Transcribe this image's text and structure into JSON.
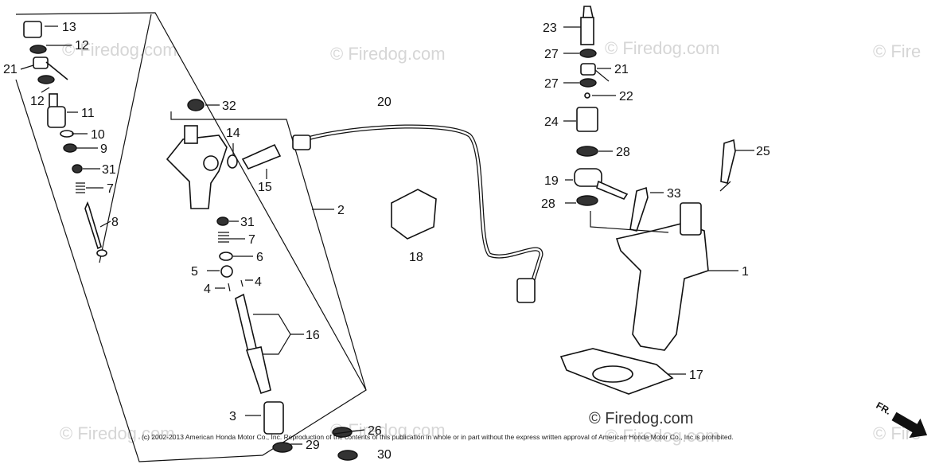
{
  "watermarks": [
    "© Firedog.com",
    "© Firedog.com",
    "© Firedog.com",
    "© Fire",
    "© Firedog.com",
    "© Firedog.com",
    "© Firedog.com",
    "© Fire"
  ],
  "watermark_main": "© Firedog.com",
  "copyright": "(c) 2002-2013 American Honda Motor Co., Inc. Reproduction of the contents of this publication in whole or in part without the express written approval of American Honda Motor Co., Inc is prohibited.",
  "direction_label": "FR.",
  "callouts": [
    "13",
    "12",
    "21",
    "12",
    "11",
    "10",
    "9",
    "31",
    "7",
    "8",
    "32",
    "14",
    "15",
    "2",
    "31",
    "7",
    "6",
    "5",
    "4",
    "4",
    "16",
    "3",
    "29",
    "26",
    "30",
    "20",
    "18",
    "23",
    "27",
    "21",
    "27",
    "22",
    "24",
    "28",
    "25",
    "19",
    "33",
    "28",
    "1",
    "17"
  ]
}
